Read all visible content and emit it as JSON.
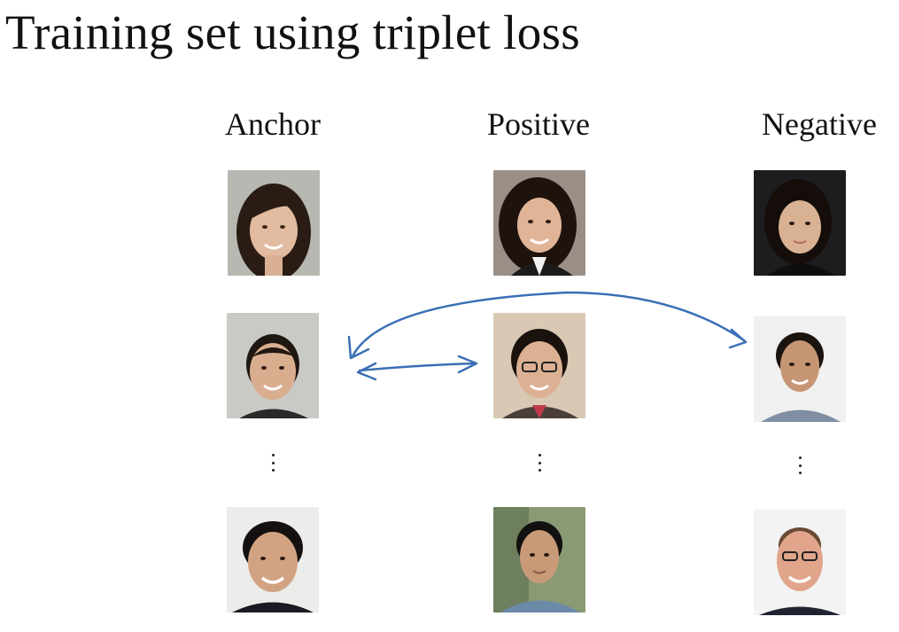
{
  "slide": {
    "title": "Training set using triplet loss"
  },
  "columns": [
    {
      "label": "Anchor"
    },
    {
      "label": "Positive"
    },
    {
      "label": "Negative"
    }
  ],
  "colors": {
    "arrow": "#3a6fb5"
  }
}
